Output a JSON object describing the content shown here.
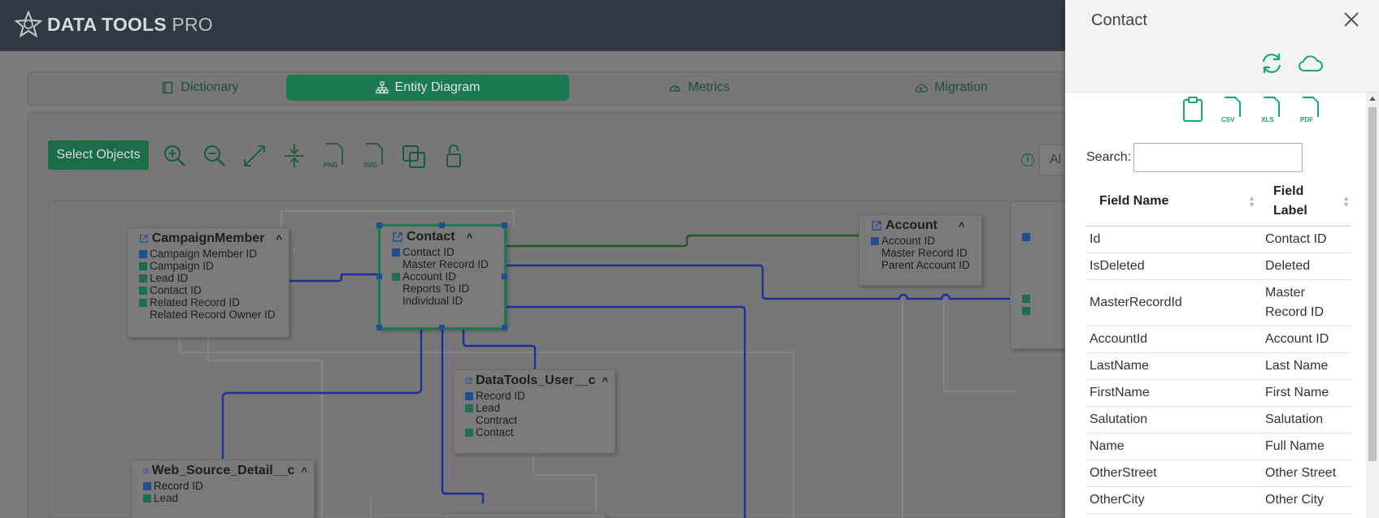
{
  "header": {
    "logo_bold": "DATA TOOLS",
    "logo_light": "PRO",
    "logo_icon": "star-logo-icon"
  },
  "tabs": [
    {
      "label": "Dictionary",
      "icon": "book-icon",
      "active": false
    },
    {
      "label": "Entity Diagram",
      "icon": "sitemap-icon",
      "active": true
    },
    {
      "label": "Metrics",
      "icon": "gauge-icon",
      "active": false
    },
    {
      "label": "Migration",
      "icon": "cloud-upload-icon",
      "active": false
    }
  ],
  "toolbar": {
    "select_objects_label": "Select Objects",
    "png_label": "PNG",
    "svg_label": "SVG",
    "filter_value": "Al"
  },
  "entities": {
    "campaign_member": {
      "title": "CampaignMember",
      "fields": [
        "Campaign Member ID",
        "Campaign ID",
        "Lead ID",
        "Contact ID",
        "Related Record ID",
        "Related Record Owner ID"
      ]
    },
    "contact": {
      "title": "Contact",
      "fields": [
        "Contact ID",
        "Master Record ID",
        "Account ID",
        "Reports To ID",
        "Individual ID"
      ]
    },
    "account": {
      "title": "Account",
      "fields": [
        "Account ID",
        "Master Record ID",
        "Parent Account ID"
      ]
    },
    "datatools_user": {
      "title": "DataTools_User__c",
      "fields": [
        "Record ID",
        "Lead",
        "Contract",
        "Contact"
      ]
    },
    "web_source_detail": {
      "title": "Web_Source_Detail__c",
      "fields": [
        "Record ID",
        "Lead"
      ]
    }
  },
  "drawer": {
    "title": "Contact",
    "export_labels": {
      "csv": "CSV",
      "xls": "XLS",
      "pdf": "PDF"
    },
    "search_label": "Search:",
    "search_value": "",
    "columns": {
      "field_name": "Field Name",
      "field_label": "Field Label"
    },
    "rows": [
      {
        "name": "Id",
        "label": "Contact ID"
      },
      {
        "name": "IsDeleted",
        "label": "Deleted"
      },
      {
        "name": "MasterRecordId",
        "label": "Master Record ID"
      },
      {
        "name": "AccountId",
        "label": "Account ID"
      },
      {
        "name": "LastName",
        "label": "Last Name"
      },
      {
        "name": "FirstName",
        "label": "First Name"
      },
      {
        "name": "Salutation",
        "label": "Salutation"
      },
      {
        "name": "Name",
        "label": "Full Name"
      },
      {
        "name": "OtherStreet",
        "label": "Other Street"
      },
      {
        "name": "OtherCity",
        "label": "Other City"
      }
    ]
  },
  "colors": {
    "header_bg": "#303a45",
    "accent_green": "#1aab6a",
    "overlay_gray": "#7c7c7c",
    "link_blue": "#1f2e9a",
    "link_green": "#1f5a22"
  }
}
